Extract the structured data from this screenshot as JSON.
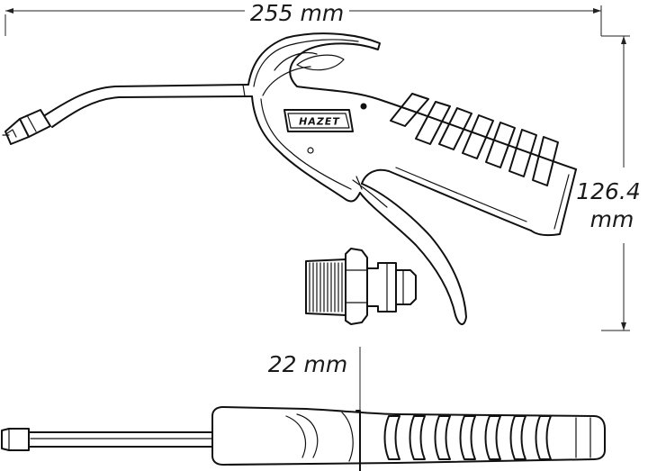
{
  "dimensions": {
    "length": "255 mm",
    "height_value": "126.4",
    "height_unit": "mm",
    "width": "22 mm"
  },
  "logo": {
    "brand": "HAZET"
  }
}
